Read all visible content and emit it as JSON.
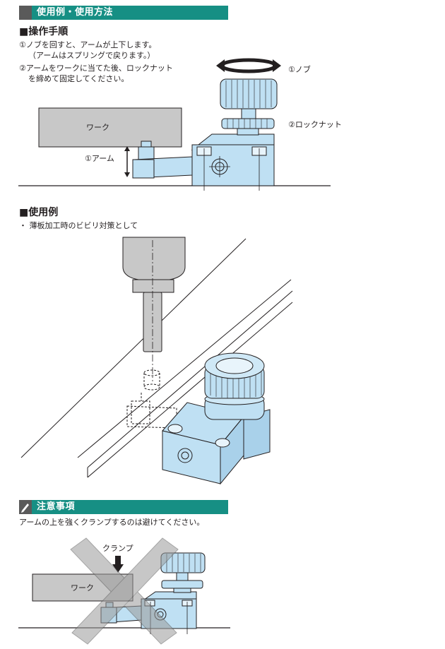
{
  "section1": {
    "title": "使用例・使用方法"
  },
  "procedure": {
    "heading": "■操作手順",
    "step1": "①ノブを回すと、アームが上下します。",
    "step1_note": "（アームはスプリングで戻ります。）",
    "step2_line1": "②アームをワークに当てた後、ロックナット",
    "step2_line2": "を締めて固定してください。"
  },
  "diagram1": {
    "work": "ワーク",
    "arm": "①アーム",
    "knob": "①ノブ",
    "locknut": "②ロックナット"
  },
  "usage": {
    "heading": "■使用例",
    "bullet": "・ 薄板加工時のビビリ対策として"
  },
  "caution": {
    "title": "注意事項",
    "icon": "pencil-icon",
    "text": "アームの上を強くクランプするのは避けてください。"
  },
  "diagram3": {
    "clamp": "クランプ",
    "work": "ワーク"
  },
  "colors": {
    "banner": "#168f84",
    "part": "#bfe0f3",
    "work": "#c8c8c8"
  }
}
